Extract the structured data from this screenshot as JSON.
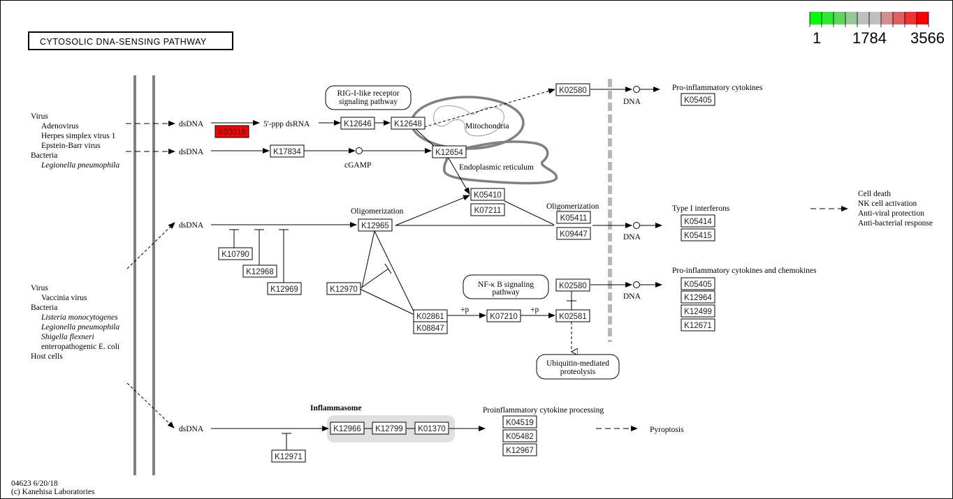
{
  "title": "CYTOSOLIC DNA-SENSING PATHWAY",
  "footer": {
    "id_date": "04623 6/20/18",
    "copyright": "(c) Kanehisa Laboratories"
  },
  "legend": {
    "colors": [
      "#00ff00",
      "#2ee92e",
      "#5cd75c",
      "#94c994",
      "#bfbfbf",
      "#bfbfbf",
      "#d19090",
      "#e06060",
      "#ef3232",
      "#ff0000"
    ],
    "labels": [
      "1",
      "1784",
      "3566"
    ]
  },
  "sources": {
    "group1": [
      {
        "text": "Virus",
        "style": "normal",
        "indent": false
      },
      {
        "text": "Adenovirus",
        "style": "normal",
        "indent": true
      },
      {
        "text": "Herpes simplex virus 1",
        "style": "normal",
        "indent": true
      },
      {
        "text": "Epstein-Barr virus",
        "style": "normal",
        "indent": true
      },
      {
        "text": "Bacteria",
        "style": "normal",
        "indent": false
      },
      {
        "text": "Legionella pneumophila",
        "style": "italic",
        "indent": true
      }
    ],
    "group2": [
      {
        "text": "Virus",
        "style": "normal",
        "indent": false
      },
      {
        "text": "Vaccinia virus",
        "style": "normal",
        "indent": true
      },
      {
        "text": "Bacteria",
        "style": "normal",
        "indent": false
      },
      {
        "text": "Listeria monocytogenes",
        "style": "italic",
        "indent": true
      },
      {
        "text": "Legionella pneumophila",
        "style": "italic",
        "indent": true
      },
      {
        "text": "Shigella flexneri",
        "style": "italic",
        "indent": true
      },
      {
        "text": "enteropathogenic E. coli",
        "style": "normal",
        "indent": true
      },
      {
        "text": "Host cells",
        "style": "normal",
        "indent": false
      }
    ]
  },
  "labels": {
    "dsdna": "dsDNA",
    "ppp_dsrna": "5'-ppp dsRNA",
    "cgamp": "cGAMP",
    "dna": "DNA",
    "mitochondria": "Mitochondria",
    "er": "Endoplasmic reticulum",
    "oligomerization": "Oligomerization",
    "plus_p": "+p",
    "inflammasome": "Inflammasome",
    "pro_inflam_cytokines": "Pro-inflammatory cytokines",
    "type1_ifn": "Type I interferons",
    "pro_inflam_chemokines": "Pro-inflammatory cytokines and chemokines",
    "proinflam_processing": "Proinflammatory cytokine processing",
    "pyroptosis": "Pyroptosis",
    "outcomes": [
      "Cell death",
      "NK cell activation",
      "Anti-viral protection",
      "Anti-bacterial response"
    ]
  },
  "pathway_links": {
    "rig_i": [
      "RIG-I-like receptor",
      "signaling pathway"
    ],
    "nfkb": [
      "NF-κ B signaling",
      "pathway"
    ],
    "ubiquitin": [
      "Ubiquitin-mediated",
      "proteolysis"
    ]
  },
  "genes": {
    "K03018": {
      "label": "K03018",
      "color": "#ff0000"
    },
    "K12646": {
      "label": "K12646",
      "color": "#ffffff"
    },
    "K12648": {
      "label": "K12648",
      "color": "#ffffff"
    },
    "K17834": {
      "label": "K17834",
      "color": "#ffffff"
    },
    "K12654": {
      "label": "K12654",
      "color": "#ffffff"
    },
    "K02580a": {
      "label": "K02580",
      "color": "#ffffff"
    },
    "K05405a": {
      "label": "K05405",
      "color": "#ffffff"
    },
    "K05410": {
      "label": "K05410",
      "color": "#ffffff"
    },
    "K07211": {
      "label": "K07211",
      "color": "#ffffff"
    },
    "K12965": {
      "label": "K12965",
      "color": "#ffffff"
    },
    "K05411": {
      "label": "K05411",
      "color": "#ffffff"
    },
    "K09447": {
      "label": "K09447",
      "color": "#ffffff"
    },
    "K05414": {
      "label": "K05414",
      "color": "#ffffff"
    },
    "K05415": {
      "label": "K05415",
      "color": "#ffffff"
    },
    "K10790": {
      "label": "K10790",
      "color": "#ffffff"
    },
    "K12968": {
      "label": "K12968",
      "color": "#ffffff"
    },
    "K12969": {
      "label": "K12969",
      "color": "#ffffff"
    },
    "K12970": {
      "label": "K12970",
      "color": "#ffffff"
    },
    "K02580b": {
      "label": "K02580",
      "color": "#ffffff"
    },
    "K02861": {
      "label": "K02861",
      "color": "#ffffff"
    },
    "K08847": {
      "label": "K08847",
      "color": "#ffffff"
    },
    "K07210": {
      "label": "K07210",
      "color": "#ffffff"
    },
    "K02581": {
      "label": "K02581",
      "color": "#ffffff"
    },
    "K05405b": {
      "label": "K05405",
      "color": "#ffffff"
    },
    "K12964": {
      "label": "K12964",
      "color": "#ffffff"
    },
    "K12499": {
      "label": "K12499",
      "color": "#ffffff"
    },
    "K12671": {
      "label": "K12671",
      "color": "#ffffff"
    },
    "K12966": {
      "label": "K12966",
      "color": "#ffffff"
    },
    "K12799": {
      "label": "K12799",
      "color": "#ffffff"
    },
    "K01370": {
      "label": "K01370",
      "color": "#ffffff"
    },
    "K12971": {
      "label": "K12971",
      "color": "#ffffff"
    },
    "K04519": {
      "label": "K04519",
      "color": "#ffffff"
    },
    "K05482": {
      "label": "K05482",
      "color": "#ffffff"
    },
    "K12967": {
      "label": "K12967",
      "color": "#ffffff"
    }
  }
}
